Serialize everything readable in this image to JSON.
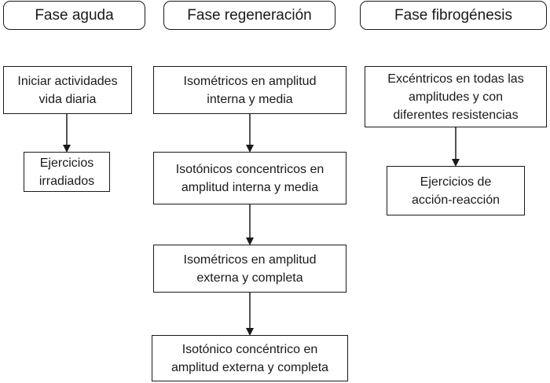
{
  "headers": {
    "acute": "Fase aguda",
    "regeneration": "Fase regeneración",
    "fibrogenesis": "Fase fibrogénesis"
  },
  "acute": {
    "step1": "Iniciar actividades\nvida diaria",
    "step2": "Ejercicios\nirradiados"
  },
  "regeneration": {
    "step1": "Isométricos en amplitud\ninterna y media",
    "step2": "Isotónicos concentricos en\namplitud interna y media",
    "step3": "Isométricos en amplitud\nexterna y completa",
    "step4": "Isotónico concéntrico en\namplitud externa y completa"
  },
  "fibrogenesis": {
    "step1": "Excéntricos en todas las\namplitudes y con\ndiferentes resistencias",
    "step2": "Ejercicios de\nacción-reacción"
  }
}
